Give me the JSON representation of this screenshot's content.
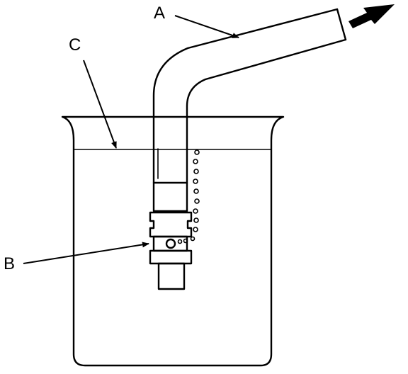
{
  "callouts": {
    "a": "A",
    "b": "B",
    "c": "C"
  },
  "colors": {
    "line": "#000000",
    "background": "#ffffff"
  },
  "icons": {
    "flow_arrow": "arrow-left-down-icon"
  }
}
